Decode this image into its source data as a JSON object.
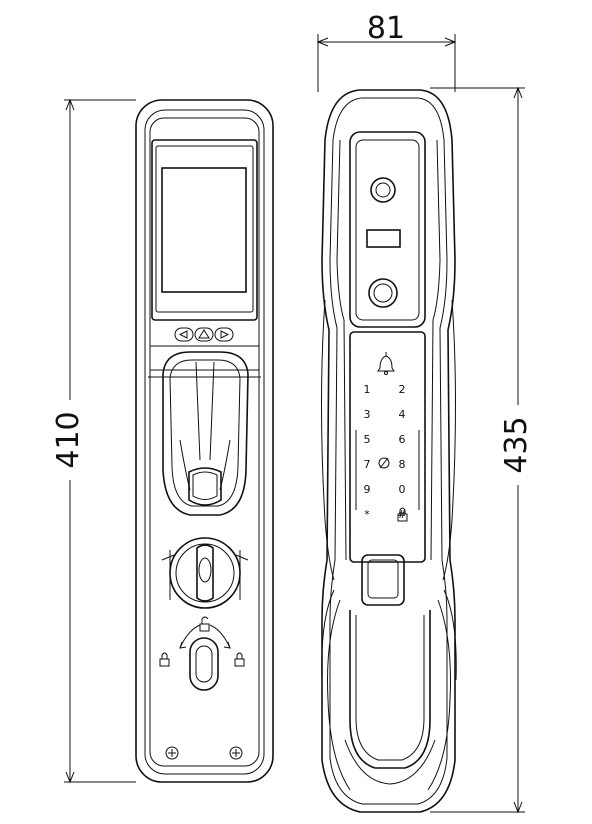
{
  "dimensions": {
    "front_height": "410",
    "side_width": "81",
    "side_height": "435"
  },
  "keypad": {
    "keys": [
      "1",
      "2",
      "3",
      "4",
      "5",
      "6",
      "7",
      "8",
      "9",
      "0",
      "*",
      "#"
    ],
    "icons": [
      "bell-icon",
      "card-icon",
      "lock-icon"
    ]
  },
  "front_panel": {
    "nav_buttons": [
      "left-arrow-icon",
      "home-icon",
      "right-arrow-icon"
    ],
    "lock_icons": [
      "lock-icon",
      "unlock-icon",
      "lock-icon"
    ]
  }
}
